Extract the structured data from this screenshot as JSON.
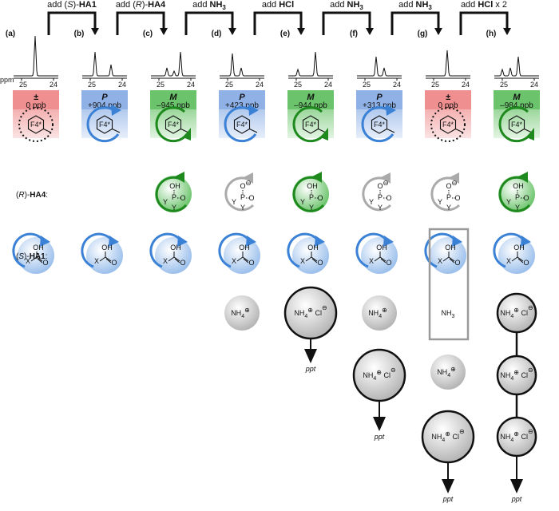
{
  "header": {
    "steps": [
      {
        "pre": "add (",
        "it": "S",
        "mid": ")-",
        "bold": "HA1",
        "post": ""
      },
      {
        "pre": "add (",
        "it": "R",
        "mid": ")-",
        "bold": "HA4",
        "post": ""
      },
      {
        "pre": "add ",
        "it": "",
        "mid": "",
        "bold": "NH",
        "sub": "3",
        "post": ""
      },
      {
        "pre": "add ",
        "it": "",
        "mid": "",
        "bold": "HCl",
        "post": ""
      },
      {
        "pre": "add ",
        "it": "",
        "mid": "",
        "bold": "NH",
        "sub": "3",
        "post": ""
      },
      {
        "pre": "add ",
        "it": "",
        "mid": "",
        "bold": "NH",
        "sub": "3",
        "post": ""
      },
      {
        "pre": "add ",
        "it": "",
        "mid": "",
        "bold": "HCl",
        "post": " x 2"
      }
    ]
  },
  "columns": [
    {
      "label": "(a)",
      "sign": "±",
      "ppb": "0 ppb",
      "color": "#f08f8f"
    },
    {
      "label": "(b)",
      "sign": "P",
      "ppb": "+904 ppb",
      "color": "#8fb1e6"
    },
    {
      "label": "(c)",
      "sign": "M",
      "ppb": "–945 ppb",
      "color": "#6bc46b"
    },
    {
      "label": "(d)",
      "sign": "P",
      "ppb": "+423 ppb",
      "color": "#8fb1e6"
    },
    {
      "label": "(e)",
      "sign": "M",
      "ppb": "–944 ppb",
      "color": "#6bc46b"
    },
    {
      "label": "(f)",
      "sign": "P",
      "ppb": "+313 ppb",
      "color": "#8fb1e6"
    },
    {
      "label": "(g)",
      "sign": "±",
      "ppb": "0 ppb",
      "color": "#f08f8f"
    },
    {
      "label": "(h)",
      "sign": "M",
      "ppb": "–984 ppb",
      "color": "#6bc46b"
    }
  ],
  "spectrum": {
    "axis_unit": "ppm",
    "tick_25": "25",
    "tick_24": "24"
  },
  "probe_text": "F4*",
  "rows": {
    "ha4_prefix": "(",
    "ha4_it": "R",
    "ha4_suffix": ")-",
    "ha4_bold": "HA4",
    "ha4_colon": ":",
    "ha1_prefix": "(",
    "ha1_it": "S",
    "ha1_suffix": ")-",
    "ha1_bold": "HA1",
    "ha1_colon": ":"
  },
  "chem": {
    "oh": "OH",
    "o": "O",
    "x": "X",
    "p": "P",
    "y": "Y",
    "nh4": "NH",
    "sub4": "4",
    "plus": "⊕",
    "minus": "⊖",
    "cl": "Cl",
    "nh3": "NH",
    "sub3": "3",
    "ppt": "ppt"
  },
  "colors": {
    "red_box": "#f08f8f",
    "blue_box": "#8fb1e6",
    "green_box": "#6bc46b",
    "blue_arrow": "#3b82d6",
    "green_arrow": "#1e8a1e",
    "grey_arrow": "#aaaaaa"
  }
}
